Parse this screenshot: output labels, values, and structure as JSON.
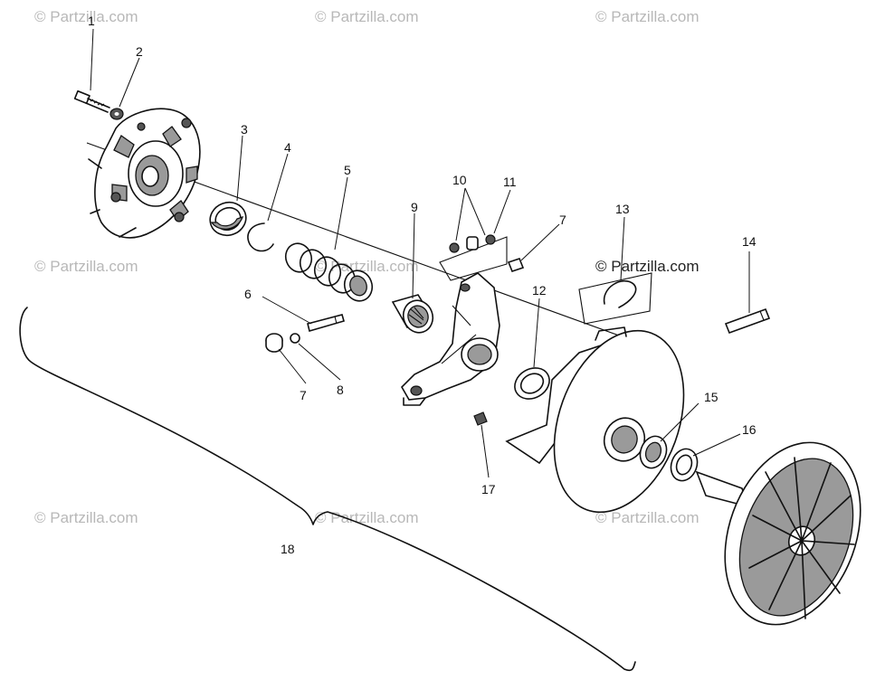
{
  "watermark": {
    "text": "© Partzilla.com"
  },
  "callouts": {
    "c1": "1",
    "c2": "2",
    "c3": "3",
    "c4": "4",
    "c5": "5",
    "c6": "6",
    "c7a": "7",
    "c7b": "7",
    "c8": "8",
    "c9": "9",
    "c10": "10",
    "c11": "11",
    "c12": "12",
    "c13": "13",
    "c14": "14",
    "c15": "15",
    "c16": "16",
    "c17": "17",
    "c18": "18"
  },
  "colors": {
    "line": "#111111",
    "watermark": "#b8b8b8",
    "background": "#ffffff"
  }
}
